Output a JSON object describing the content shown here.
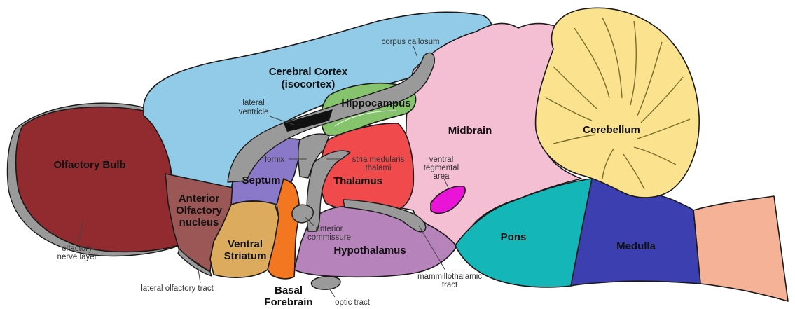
{
  "regions": {
    "cerebral_cortex": {
      "line1": "Cerebral Cortex",
      "line2": "(isocortex)",
      "color": "#92cbe7"
    },
    "olfactory_bulb": {
      "label": "Olfactory Bulb",
      "color": "#922b2f"
    },
    "anterior_olfactory_nucleus": {
      "line1": "Anterior",
      "line2": "Olfactory",
      "line3": "nucleus",
      "color": "#9b5656"
    },
    "septum": {
      "label": "Septum",
      "color": "#8a78c8"
    },
    "ventral_striatum": {
      "line1": "Ventral",
      "line2": "Striatum",
      "color": "#dcab5e"
    },
    "basal_forebrain": {
      "line1": "Basal",
      "line2": "Forebrain",
      "color": "#f37620"
    },
    "hippocampus": {
      "label": "Hippocampus",
      "color": "#85c36d"
    },
    "thalamus": {
      "label": "Thalamus",
      "color": "#f04a4c"
    },
    "hypothalamus": {
      "label": "Hypothalamus",
      "color": "#b684bb"
    },
    "midbrain": {
      "label": "Midbrain",
      "color": "#f5bfd3"
    },
    "ventral_tegmental_area": {
      "line1": "ventral",
      "line2": "tegmental",
      "line3": "area",
      "color": "#ea14d9"
    },
    "cerebellum": {
      "label": "Cerebellum",
      "color": "#fae28e"
    },
    "pons": {
      "label": "Pons",
      "color": "#14b6b8"
    },
    "medulla": {
      "label": "Medulla",
      "color": "#3b3fb0"
    },
    "spinal": {
      "color": "#f6b296"
    }
  },
  "white_matter_color": "#9a9a9a",
  "annotations": {
    "corpus_callosum": "corpus callosum",
    "lateral_ventricle": {
      "line1": "lateral",
      "line2": "ventricle"
    },
    "fornix": "fornix",
    "stria_medullaris": {
      "line1": "stria medularis",
      "line2": "thalami"
    },
    "olfactory_nerve_layer": {
      "line1": "olfactory",
      "line2": "nerve layer"
    },
    "lateral_olfactory_tract": "lateral olfactory tract",
    "anterior_commissure": {
      "line1": "anterior",
      "line2": "commissure"
    },
    "optic_tract": "optic tract",
    "mammillothalamic_tract": {
      "line1": "mammillothalamic",
      "line2": "tract"
    }
  }
}
